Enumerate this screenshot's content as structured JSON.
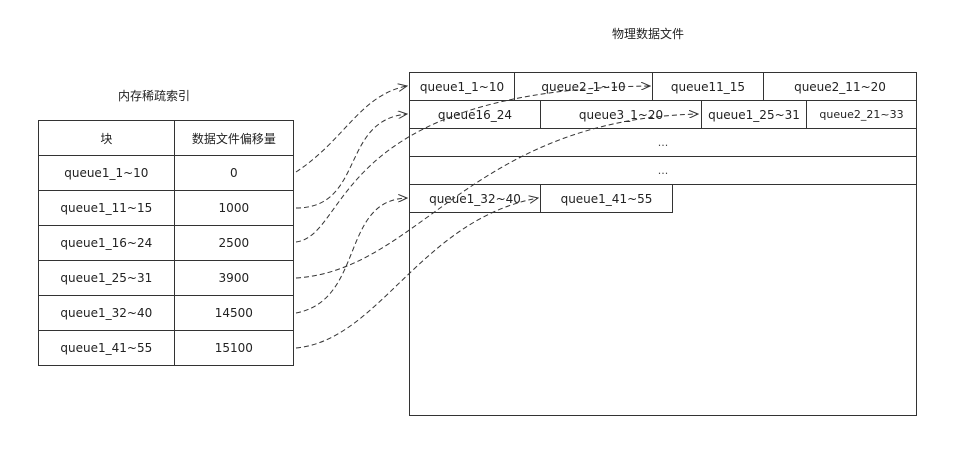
{
  "index_title": "内存稀疏索引",
  "file_title": "物理数据文件",
  "table": {
    "headers": [
      "块",
      "数据文件偏移量"
    ],
    "rows": [
      {
        "block": "queue1_1~10",
        "offset": "0"
      },
      {
        "block": "queue1_11~15",
        "offset": "1000"
      },
      {
        "block": "queue1_16~24",
        "offset": "2500"
      },
      {
        "block": "queue1_25~31",
        "offset": "3900"
      },
      {
        "block": "queue1_32~40",
        "offset": "14500"
      },
      {
        "block": "queue1_41~55",
        "offset": "15100"
      }
    ]
  },
  "file": {
    "row1": [
      "queue1_1~10",
      "queue2_1~10",
      "queue11_15",
      "queue2_11~20"
    ],
    "row2": [
      "queue16_24",
      "queue3_1~20",
      "queue1_25~31",
      "queue2_21~33"
    ],
    "row3": "...",
    "row4": "...",
    "row5": [
      "queue1_32~40",
      "queue1_41~55"
    ]
  }
}
